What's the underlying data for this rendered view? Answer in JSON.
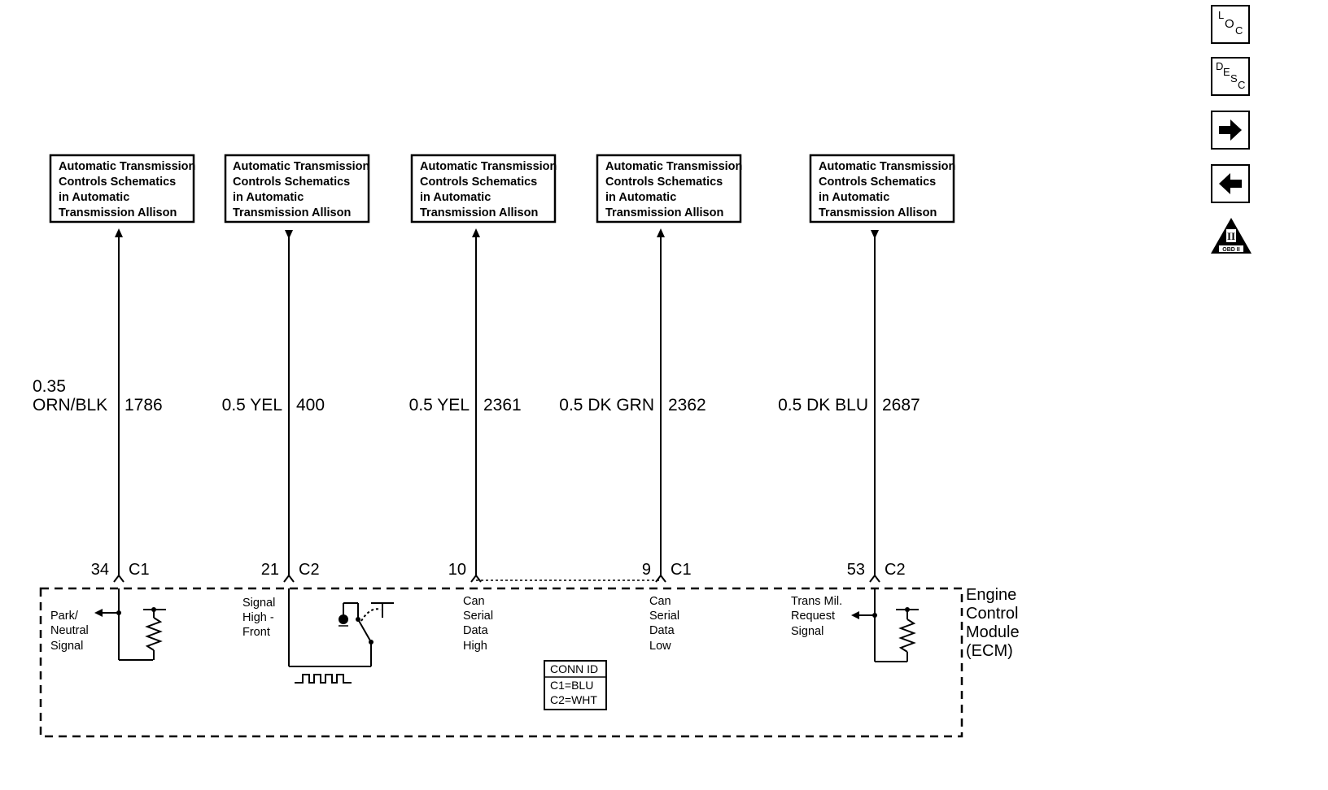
{
  "modules": [
    {
      "lines": [
        "Automatic Transmission",
        "Controls Schematics",
        "in Automatic",
        "Transmission Allison"
      ],
      "arrow": "up"
    },
    {
      "lines": [
        "Automatic Transmission",
        "Controls Schematics",
        "in Automatic",
        "Transmission Allison"
      ],
      "arrow": "down"
    },
    {
      "lines": [
        "Automatic Transmission",
        "Controls Schematics",
        "in Automatic",
        "Transmission Allison"
      ],
      "arrow": "up"
    },
    {
      "lines": [
        "Automatic Transmission",
        "Controls Schematics",
        "in Automatic",
        "Transmission Allison"
      ],
      "arrow": "up"
    },
    {
      "lines": [
        "Automatic Transmission",
        "Controls Schematics",
        "in Automatic",
        "Transmission Allison"
      ],
      "arrow": "down"
    }
  ],
  "wires": [
    {
      "size": "0.35",
      "color": "ORN/BLK",
      "circuit": "1786",
      "pin": "34",
      "connector": "C1",
      "desc": [
        "Park/",
        "Neutral",
        "Signal"
      ]
    },
    {
      "size": "0.5",
      "color": "YEL",
      "circuit": "400",
      "pin": "21",
      "connector": "C2",
      "desc": [
        "Signal",
        "High -",
        "Front"
      ]
    },
    {
      "size": "0.5",
      "color": "YEL",
      "circuit": "2361",
      "pin": "10",
      "connector": "",
      "desc": [
        "Can",
        "Serial",
        "Data",
        "High"
      ]
    },
    {
      "size": "0.5",
      "color": "DK GRN",
      "circuit": "2362",
      "pin": "9",
      "connector": "C1",
      "desc": [
        "Can",
        "Serial",
        "Data",
        "Low"
      ]
    },
    {
      "size": "0.5",
      "color": "DK BLU",
      "circuit": "2687",
      "pin": "53",
      "connector": "C2",
      "desc": [
        "Trans Mil.",
        "Request",
        "Signal"
      ]
    }
  ],
  "wire_labels": [
    "0.5 YEL",
    "0.5 YEL",
    "0.5 DK GRN",
    "0.5 DK BLU"
  ],
  "ecm": {
    "lines": [
      "Engine",
      "Control",
      "Module",
      "(ECM)"
    ]
  },
  "conn_id": {
    "title": "CONN ID",
    "rows": [
      "C1=BLU",
      "C2=WHT"
    ]
  },
  "nav": {
    "loc": {
      "a": "L",
      "b": "O",
      "c": "C"
    },
    "desc": {
      "a": "D",
      "b": "E",
      "c": "S",
      "d": "C"
    },
    "obd": {
      "numeral": "II",
      "caption": "OBD II"
    }
  }
}
